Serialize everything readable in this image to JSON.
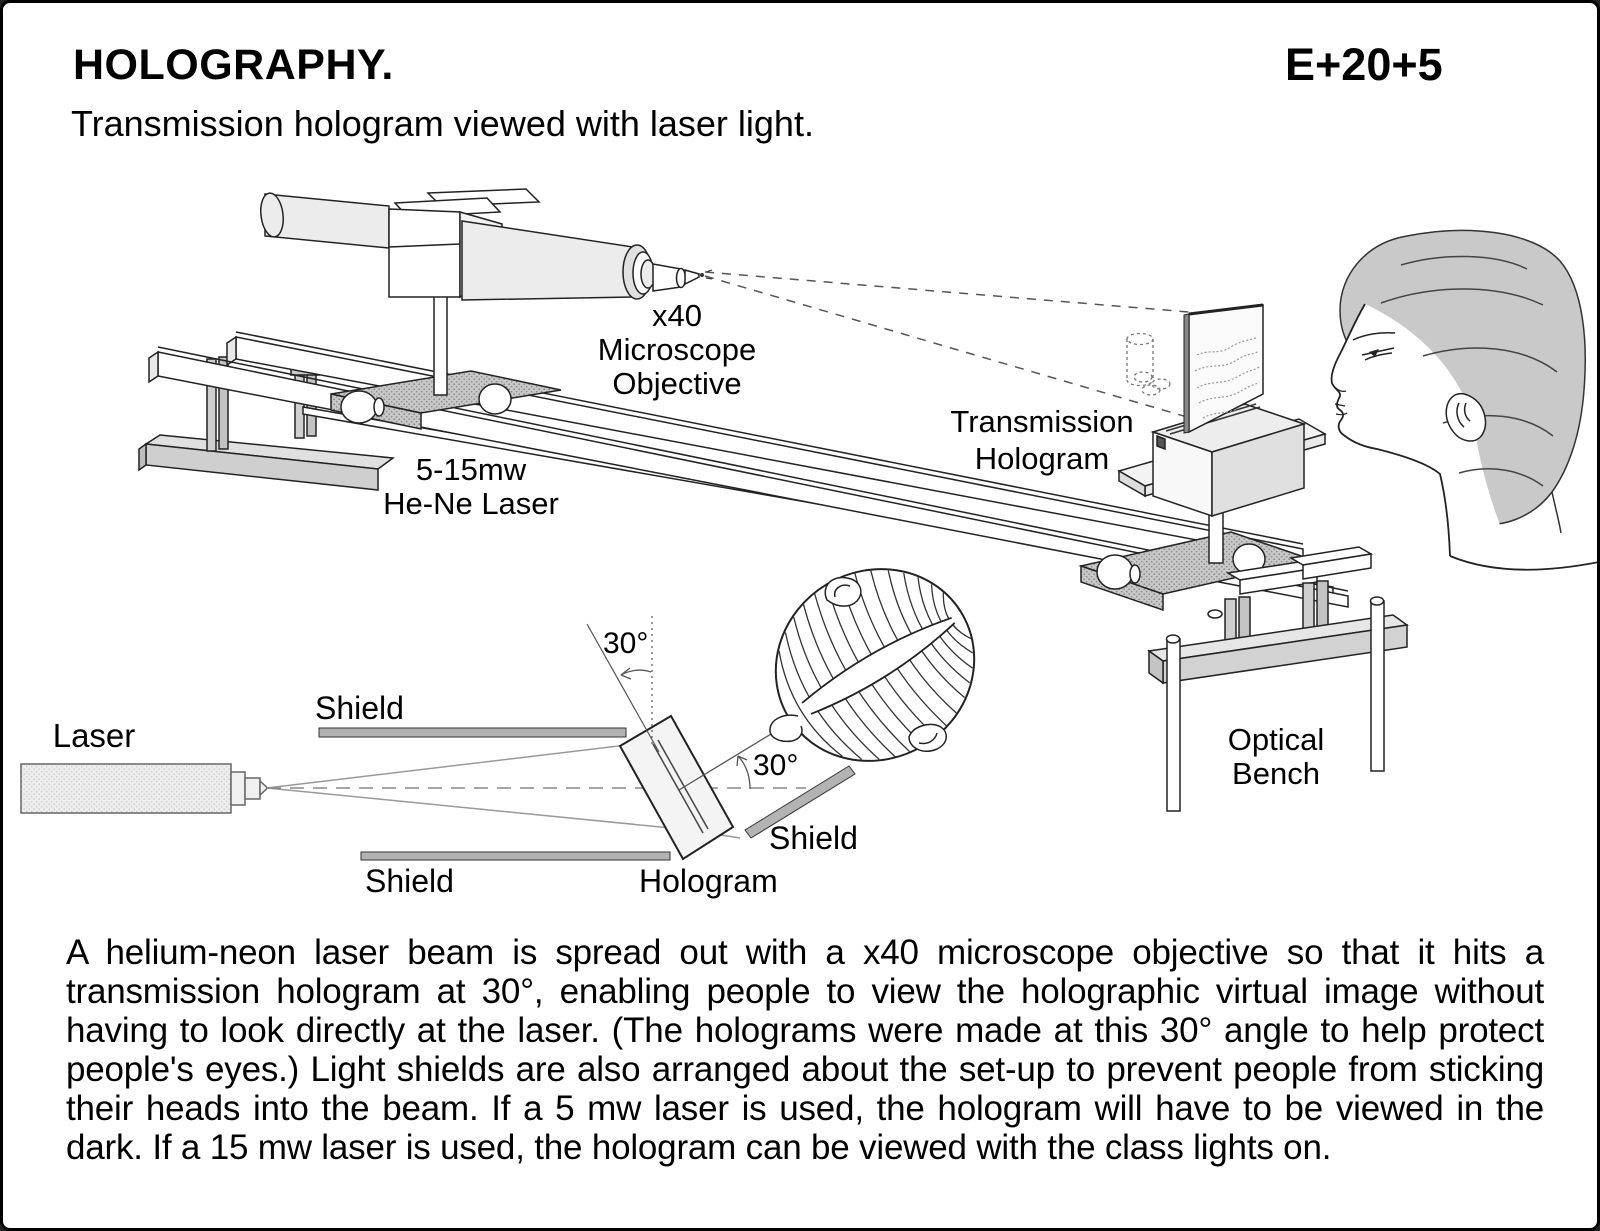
{
  "header": {
    "title": "HOLOGRAPHY.",
    "code": "E+20+5",
    "subtitle": "Transmission hologram viewed with laser light."
  },
  "top_diagram": {
    "objective_label": "x40\nMicroscope\nObjective",
    "laser_label": "5-15mw\nHe-Ne Laser",
    "hologram_label": "Transmission\nHologram",
    "bench_label": "Optical\nBench"
  },
  "bottom_diagram": {
    "laser_label": "Laser",
    "shield_top_label": "Shield",
    "shield_bottom_label": "Shield",
    "shield_right_label": "Shield",
    "hologram_label": "Hologram",
    "angle_top_label": "30°",
    "angle_right_label": "30°"
  },
  "description": "A helium-neon laser beam is spread out with a x40 microscope objective so that it hits a transmission hologram at 30°, enabling people to view the holographic virtual image without having to look directly at the laser. (The holograms were made at this 30° angle to help protect people's eyes.) Light shields are also arranged about the set-up to prevent people from sticking their heads into the beam. If a 5 mw laser is used, the hologram will have to be viewed in the dark. If a 15 mw laser is used, the hologram can be viewed with the class lights on.",
  "colors": {
    "hair": "#c9c9c9",
    "shield": "#b3b3b3",
    "platform": "#c8c8c8",
    "laser_fill": "#ececec"
  }
}
